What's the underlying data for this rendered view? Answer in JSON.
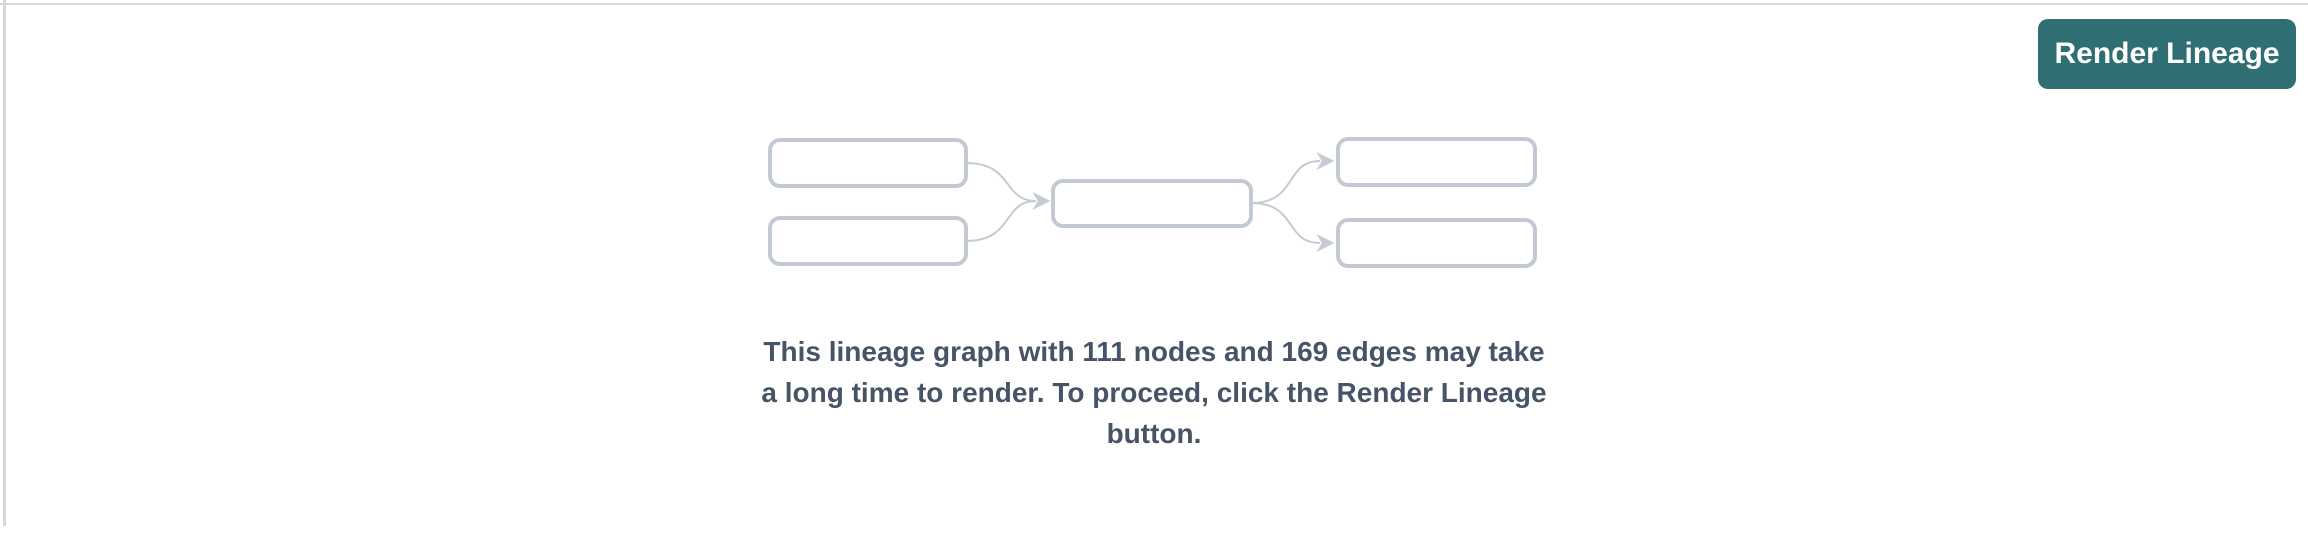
{
  "theme": {
    "accent_teal": "#2f6e72",
    "node_gray": "#c3c9d2",
    "edge_gray": "#c6cbd3",
    "text_slate": "#475467",
    "divider_gray": "#d6d7da"
  },
  "toolbar": {
    "render_button_label": "Render Lineage"
  },
  "graph_preview": {
    "kind": "placeholder-lineage-diagram",
    "left_nodes": 2,
    "center_nodes": 1,
    "right_nodes": 2,
    "edges": 4
  },
  "message": {
    "full_text": "This lineage graph with 111 nodes and 169 edges may take a long time to render. To proceed, click the Render Lineage button.",
    "lines": [
      "This lineage graph with 111 nodes and 169 edges may take",
      "a long time to render. To proceed, click the Render Lineage",
      "button."
    ],
    "nodes_count": "111",
    "edges_count": "169"
  }
}
